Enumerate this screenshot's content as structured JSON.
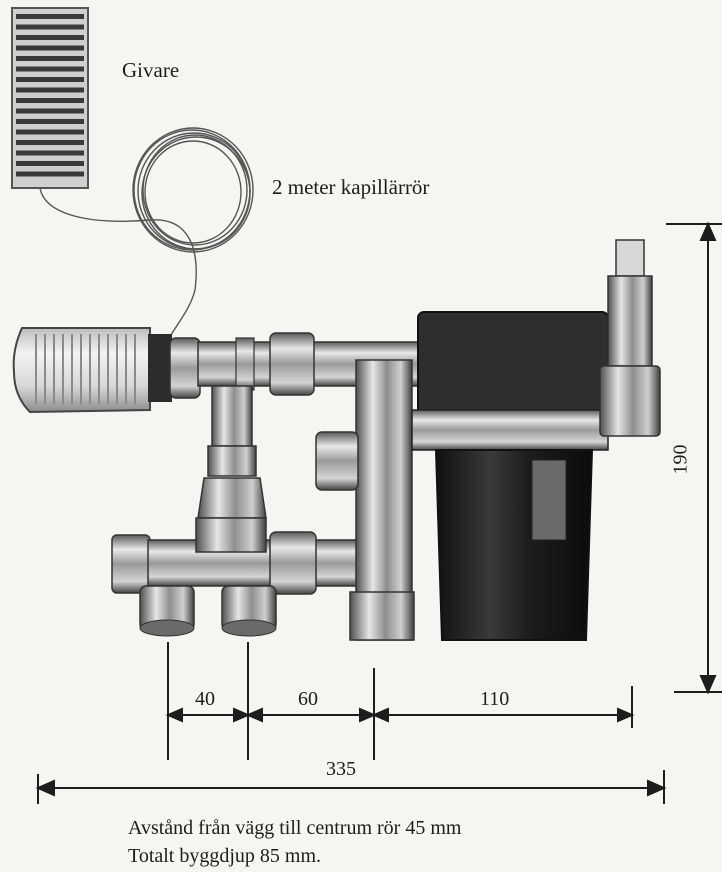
{
  "labels": {
    "sensor": "Givare",
    "capillary": "2 meter kapillärrör"
  },
  "dimensions": {
    "d40": "40",
    "d60": "60",
    "d110": "110",
    "d335": "335",
    "d190": "190"
  },
  "footer": {
    "line1": "Avstånd från vägg till centrum rör 45 mm",
    "line2": "Totalt byggdjup 85 mm."
  },
  "colors": {
    "ink": "#1d1d1d",
    "paper": "#f6f5f1",
    "chrome": "#9a9a9a",
    "pump": "#262626"
  }
}
